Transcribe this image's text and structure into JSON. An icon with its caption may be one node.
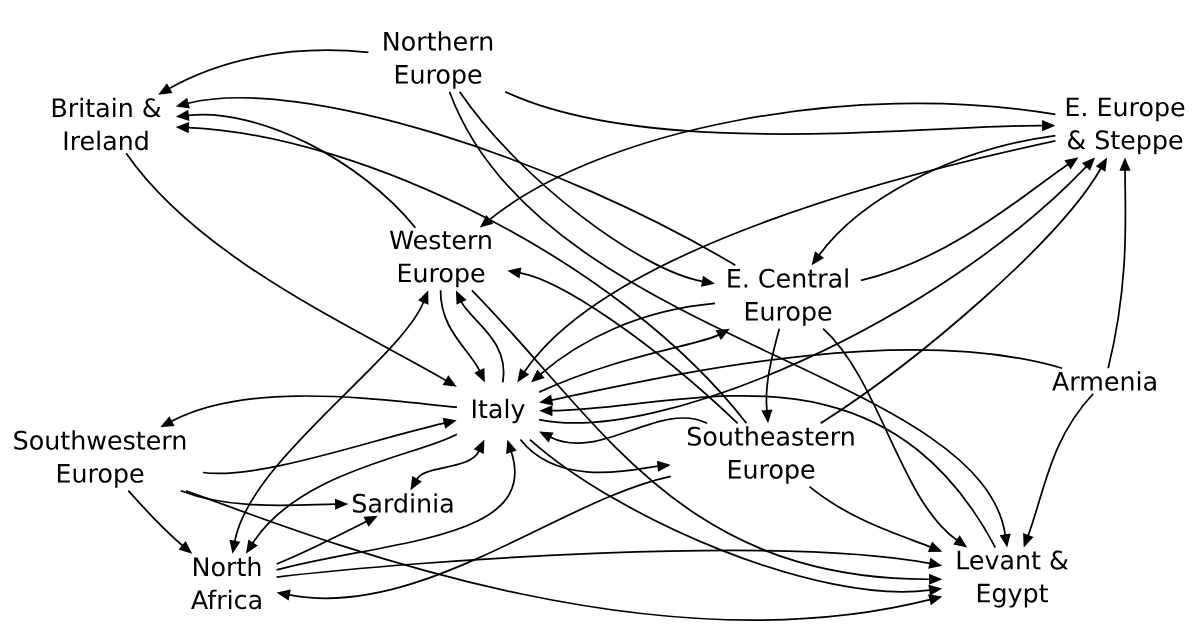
{
  "diagram": {
    "nodes": [
      {
        "text": [
          "Northern Europe"
        ]
      },
      {
        "text": [
          "Britain & Ireland"
        ]
      },
      {
        "text": [
          "E. Europe & Steppe"
        ]
      },
      {
        "text": [
          "Western Europe"
        ]
      },
      {
        "text": [
          "E. Central Europe"
        ]
      },
      {
        "text": [
          "Italy"
        ]
      },
      {
        "text": [
          "Armenia"
        ]
      },
      {
        "text": [
          "Southwestern Europe"
        ]
      },
      {
        "text": [
          "Southeastern Europe"
        ]
      },
      {
        "text": [
          "Sardinia"
        ]
      },
      {
        "text": [
          "North Africa"
        ]
      },
      {
        "text": [
          "Levant & Egypt"
        ]
      }
    ],
    "edges": [
      {
        "from": 0,
        "to": 1,
        "arrow": "to"
      },
      {
        "from": 0,
        "to": 2,
        "arrow": "to"
      },
      {
        "from": 0,
        "to": 4,
        "arrow": "to"
      },
      {
        "from": 0,
        "to": 11,
        "arrow": "to"
      },
      {
        "from": 1,
        "to": 5,
        "arrow": "to"
      },
      {
        "from": 2,
        "to": 3,
        "arrow": "to"
      },
      {
        "from": 2,
        "to": 4,
        "arrow": "to"
      },
      {
        "from": 2,
        "to": 5,
        "arrow": "to"
      },
      {
        "from": 3,
        "to": 1,
        "arrow": "to"
      },
      {
        "from": 3,
        "to": 5,
        "arrow": "to"
      },
      {
        "from": 3,
        "to": 11,
        "arrow": "to"
      },
      {
        "from": 4,
        "to": 1,
        "arrow": "to"
      },
      {
        "from": 4,
        "to": 2,
        "arrow": "to"
      },
      {
        "from": 4,
        "to": 5,
        "arrow": "to"
      },
      {
        "from": 4,
        "to": 8,
        "arrow": "to"
      },
      {
        "from": 4,
        "to": 11,
        "arrow": "to"
      },
      {
        "from": 5,
        "to": 3,
        "arrow": "to"
      },
      {
        "from": 5,
        "to": 7,
        "arrow": "to"
      },
      {
        "from": 5,
        "to": 10,
        "arrow": "to"
      },
      {
        "from": 5,
        "to": 9,
        "arrow": "both"
      },
      {
        "from": 5,
        "to": 4,
        "arrow": "to"
      },
      {
        "from": 5,
        "to": 2,
        "arrow": "to"
      },
      {
        "from": 5,
        "to": 8,
        "arrow": "to"
      },
      {
        "from": 5,
        "to": 11,
        "arrow": "to"
      },
      {
        "from": 6,
        "to": 5,
        "arrow": "to"
      },
      {
        "from": 6,
        "to": 2,
        "arrow": "to"
      },
      {
        "from": 6,
        "to": 11,
        "arrow": "to"
      },
      {
        "from": 7,
        "to": 5,
        "arrow": "to"
      },
      {
        "from": 7,
        "to": 9,
        "arrow": "to"
      },
      {
        "from": 7,
        "to": 10,
        "arrow": "to"
      },
      {
        "from": 7,
        "to": 11,
        "arrow": "to"
      },
      {
        "from": 8,
        "to": 1,
        "arrow": "to"
      },
      {
        "from": 8,
        "to": 3,
        "arrow": "to"
      },
      {
        "from": 8,
        "to": 5,
        "arrow": "to"
      },
      {
        "from": 8,
        "to": 2,
        "arrow": "to"
      },
      {
        "from": 8,
        "to": 10,
        "arrow": "to"
      },
      {
        "from": 8,
        "to": 11,
        "arrow": "to"
      },
      {
        "from": 10,
        "to": 3,
        "arrow": "both"
      },
      {
        "from": 10,
        "to": 5,
        "arrow": "to"
      },
      {
        "from": 10,
        "to": 9,
        "arrow": "to"
      },
      {
        "from": 10,
        "to": 11,
        "arrow": "to"
      },
      {
        "from": 11,
        "to": 5,
        "arrow": "to"
      }
    ]
  }
}
